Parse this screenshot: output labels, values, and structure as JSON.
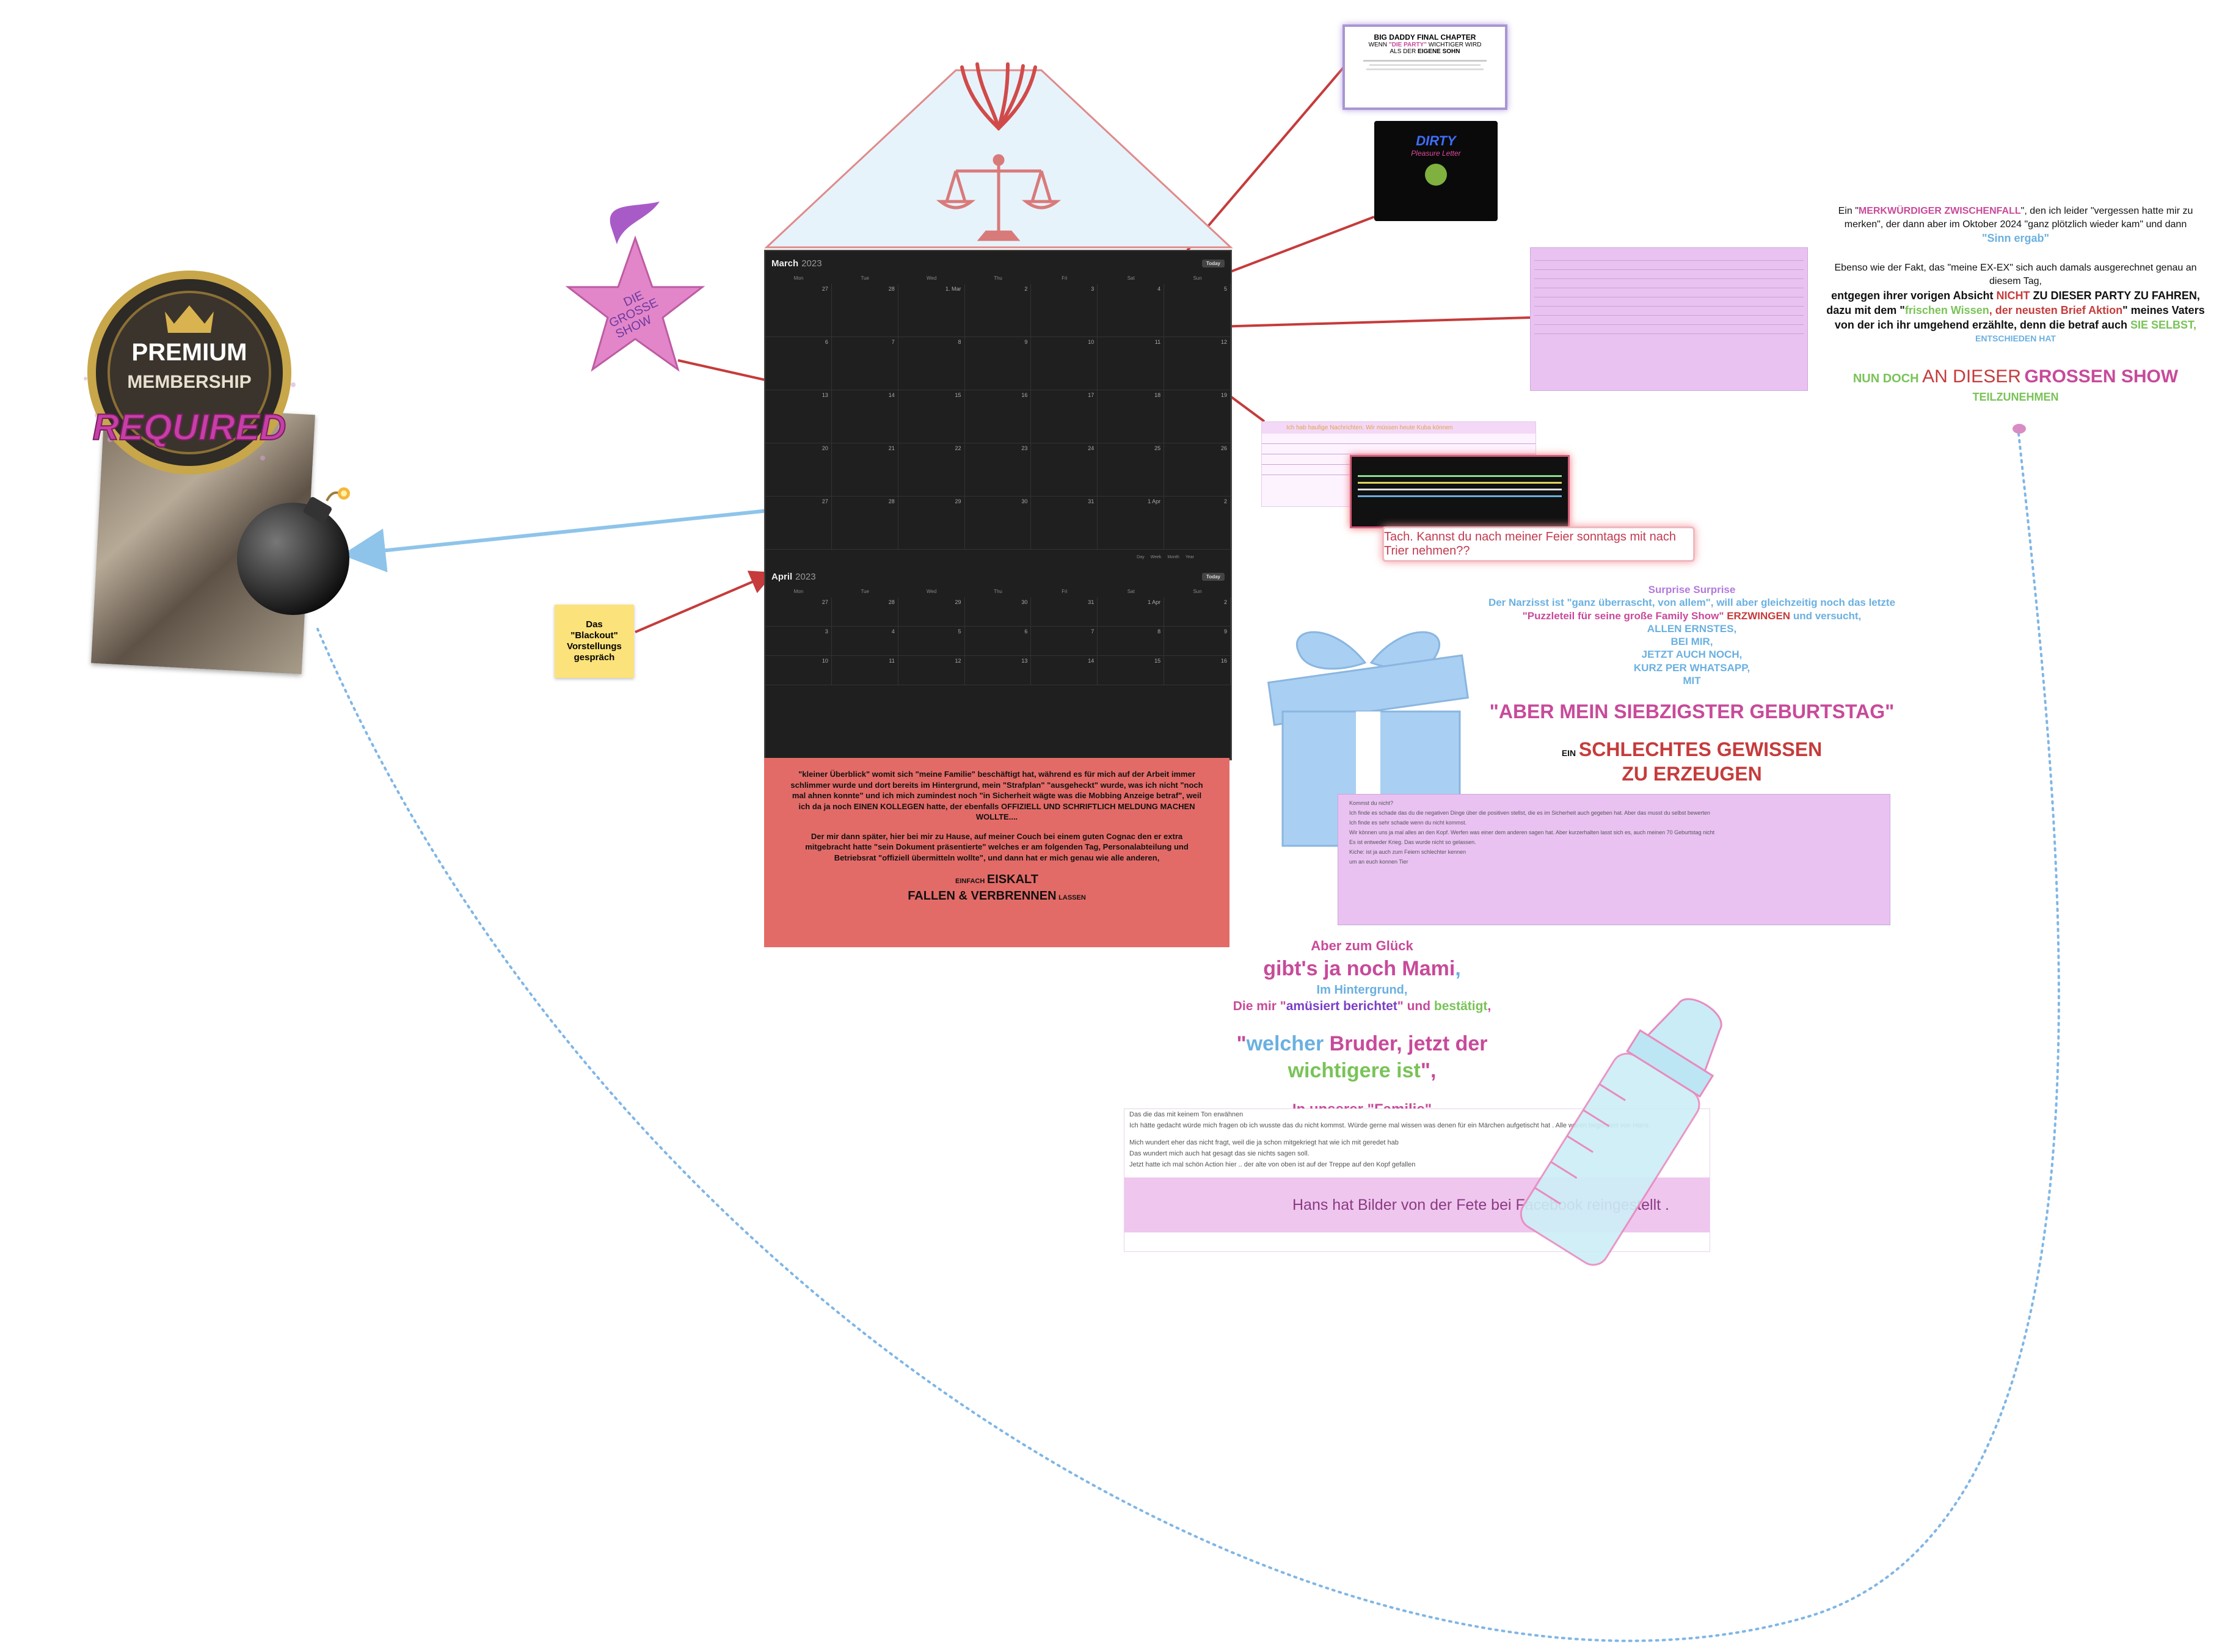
{
  "calendar": {
    "march": {
      "month": "March",
      "year": "2023"
    },
    "april": {
      "month": "April",
      "year": "2023"
    },
    "today_label": "Today",
    "weekdays": [
      "Mon",
      "Tue",
      "Wed",
      "Thu",
      "Fri",
      "Sat",
      "Sun"
    ],
    "march_days": [
      "27",
      "28",
      "1. Mar",
      "2",
      "3",
      "4",
      "5",
      "6",
      "7",
      "8",
      "9",
      "10",
      "11",
      "12",
      "13",
      "14",
      "15",
      "16",
      "17",
      "18",
      "19",
      "20",
      "21",
      "22",
      "23",
      "24",
      "25",
      "26",
      "27",
      "28",
      "29",
      "30",
      "31",
      "1 Apr",
      "2"
    ],
    "april_days": [
      "27",
      "28",
      "29",
      "30",
      "31",
      "1 Apr",
      "2",
      "3",
      "4",
      "5",
      "6",
      "7",
      "8",
      "9",
      "10",
      "11",
      "12",
      "13",
      "14",
      "15",
      "16"
    ],
    "view_buttons": [
      "Day",
      "Week",
      "Month",
      "Year"
    ]
  },
  "red_note": {
    "p1": "\"kleiner Überblick\" womit sich \"meine Familie\" beschäftigt hat, während es für mich auf der Arbeit immer schlimmer wurde und dort bereits im Hintergrund, mein \"Strafplan\" \"ausgeheckt\" wurde, was ich nicht \"noch mal ahnen konnte\" und ich mich zumindest noch \"in Sicherheit wägte was die Mobbing Anzeige betraf\", weil ich da ja noch EINEN KOLLEGEN hatte, der ebenfalls OFFIZIELL UND SCHRIFTLICH MELDUNG MACHEN WOLLTE....",
    "p2": "Der mir dann später, hier bei mir zu Hause, auf meiner Couch bei einem guten Cognac den er extra mitgebracht hatte \"sein Dokument präsentierte\" welches er am folgenden Tag, Personalabteilung und Betriebsrat \"offiziell übermitteln wollte\", und dann hat er mich genau wie alle anderen,",
    "p3a": "EINFACH",
    "p3b": "EISKALT",
    "p3c": "FALLEN & VERBRENNEN",
    "p3d": "LASSEN"
  },
  "sticky": {
    "line1": "Das",
    "line2": "\"Blackout\"",
    "line3": "Vorstellungs",
    "line4": "gespräch"
  },
  "badge": {
    "line1": "PREMIUM",
    "line2": "MEMBERSHIP",
    "line3": "REQUIRED"
  },
  "star": {
    "line1": "DIE",
    "line2": "GROSSE",
    "line3": "SHOW"
  },
  "thumb_big_daddy": {
    "title": "BIG DADDY FINAL CHAPTER",
    "sub1": "WENN",
    "sub2": "\"DIE PARTY\"",
    "sub3": "WICHTIGER WIRD",
    "sub4": "ALS DER",
    "sub5": "EIGENE SOHN"
  },
  "thumb_dirty": {
    "line1": "DIRTY",
    "line2": "Pleasure Letter"
  },
  "right_text": {
    "a1": "Ein \"",
    "a2": "MERKWÜRDIGER ZWISCHENFALL",
    "a3": "\", den ich leider \"vergessen hatte mir zu merken\", der dann aber im Oktober 2024 \"ganz plötzlich wieder kam\" und dann",
    "a4": "\"Sinn ergab\"",
    "b1": "Ebenso wie der Fakt, das \"meine EX-EX\" sich auch damals ausgerechnet genau an diesem Tag,",
    "b2": "entgegen ihrer vorigen Absicht",
    "b3": "NICHT",
    "b4": "ZU DIESER PARTY ZU FAHREN, dazu mit dem \"",
    "b5": "frischen Wissen",
    "b6": ", der neusten Brief Aktion",
    "b7": "\" meines Vaters von der ich ihr umgehend erzählte, denn die betraf auch",
    "b8": "SIE SELBST,",
    "b9": "ENTSCHIEDEN HAT",
    "c1": "NUN DOCH",
    "c2": "AN DIESER",
    "c3": "GROSSEN SHOW",
    "c4": "TEILZUNEHMEN"
  },
  "surprise": {
    "l1": "Surprise Surprise",
    "l2a": "Der Narzisst ist \"ganz überrascht, von allem\", will aber gleichzeitig noch das letzte",
    "l3a": "\"Puzzleteil für seine große Family Show\"",
    "l3b": "ERZWINGEN",
    "l3c": "und versucht,",
    "l4": "ALLEN ERNSTES,",
    "l5": "BEI MIR,",
    "l6": "JETZT AUCH NOCH,",
    "l7": "KURZ PER WHATSAPP,",
    "l8": "MIT",
    "l9": "\"ABER MEIN SIEBZIGSTER GEBURTSTAG\"",
    "l10a": "EIN",
    "l10b": "SCHLECHTES GEWISSEN",
    "l11": "ZU ERZEUGEN"
  },
  "mami": {
    "l1": "Aber zum Glück",
    "l2": "gibt's ja noch Mami",
    "l2b": ",",
    "l3": "Im Hintergrund,",
    "l4a": "Die mir \"",
    "l4b": "amüsiert berichtet",
    "l4c": "\" und",
    "l4d": "bestätigt",
    "l4e": ",",
    "l5a": "\"",
    "l5b": "welcher",
    "l5c": "Bruder, jetzt der",
    "l6a": "wichtigere ist",
    "l6b": "\",",
    "l7": "In unserer \"Familie\""
  },
  "chat_bottom": {
    "m1": "Das die das mit keinem Ton erwähnen",
    "m2": "Ich hätte gedacht würde mich fragen ob ich wusste das du nicht kommst. Würde gerne mal wissen was denen für ein Märchen aufgetischt hat . Alle waren begeistert von Hans.",
    "m3": "Mich wundert eher das nicht fragt, weil die ja schon mitgekriegt hat wie ich mit geredet hab",
    "m4": "Das wundert mich auch hat gesagt das sie nichts sagen soll.",
    "m5": "Jetzt hatte ich mal schön Action hier .. der alte von oben ist auf der Treppe auf den Kopf gefallen",
    "m6": "Hans hat Bilder von der Fete bei Facebook reingestellt ."
  },
  "chat_mid": {
    "header": "Ich hab haufige Nachrichten. Wir müssen heute Kuba können",
    "bubble": "Tach. Kannst du nach meiner Feier sonntags mit nach Trier nehmen??"
  },
  "chat_gift": {
    "t1": "Kommst du nicht?",
    "t2": "Ich finde es schade das du die negativen Dinge über die positiven stellst, die es im Sicherheit auch gegeben hat. Aber das musst du selbst bewerten",
    "t3": "Ich finde es sehr schade wenn du nicht kommst.",
    "t4": "Wir können uns ja mal alles an den Kopf. Werfen was einer dem anderen sagen hat. Aber kurzerhalten lasst sich es, auch meinen 70 Geburtstag nicht",
    "t5": "Es ist entweder Krieg. Das wurde nicht so gelassen.",
    "t6": "Kiche: ist ja auch zum Feiern schlechter kennen",
    "t7": "um an euch konnen Tier"
  },
  "colors": {
    "calendar_bg": "#1f1f1f",
    "red_note": "#e36b67",
    "sticky": "#fce27a",
    "pink": "#c84a9a",
    "blue": "#6ab0e0",
    "green": "#79c357",
    "arrow_red": "#c63b3b",
    "arrow_blue": "#8ec4ea",
    "panel": "#e9c2f2"
  },
  "icons": [
    "scale-icon",
    "hand-icon",
    "gift-icon",
    "baby-bottle-icon",
    "bomb-icon",
    "star-icon",
    "premium-badge-icon"
  ]
}
